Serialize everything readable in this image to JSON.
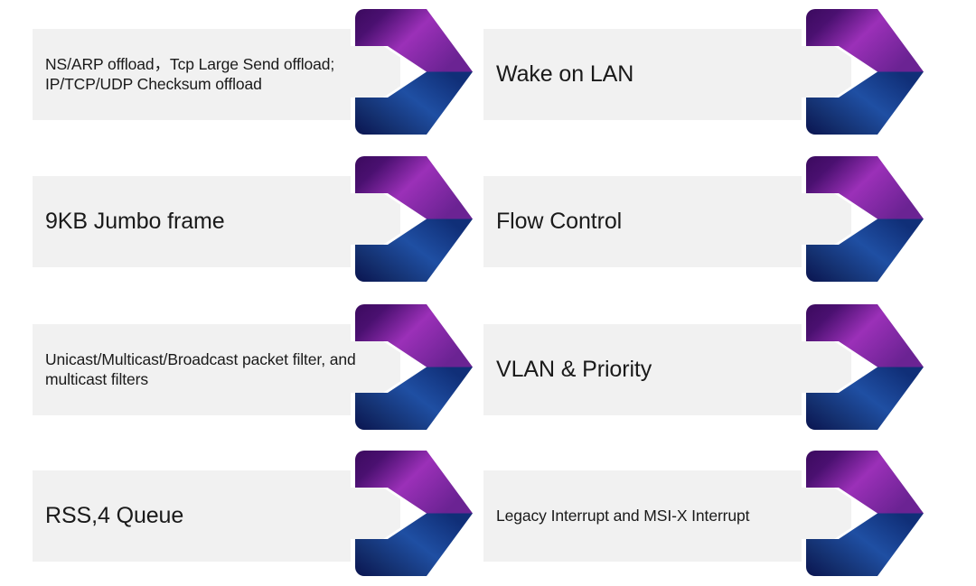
{
  "slide": {
    "background_color": "#ffffff",
    "plate_color": "#f1f1f1",
    "text_color": "#1a1a1a",
    "chevron_colors": {
      "purple_light": "#9b30b8",
      "purple_mid": "#7a269e",
      "purple_dark": "#4a1070",
      "purple_deep": "#3b0a5e",
      "blue_light": "#1f4fa3",
      "blue_mid": "#153a8c",
      "blue_dark": "#0d2a6e",
      "blue_deep": "#0a1450"
    }
  },
  "items": [
    {
      "id": "ns-arp-offload",
      "name": "ns-arp-offload",
      "label": "NS/ARP offload，Tcp Large Send offload; IP/TCP/UDP Checksum offload",
      "size": "small",
      "column": "left",
      "row": 0
    },
    {
      "id": "wake-on-lan",
      "name": "wake-on-lan",
      "label": "Wake on LAN",
      "size": "big",
      "column": "right",
      "row": 0
    },
    {
      "id": "jumbo-frame",
      "name": "jumbo-frame",
      "label": "9KB Jumbo frame",
      "size": "big",
      "column": "left",
      "row": 1
    },
    {
      "id": "flow-control",
      "name": "flow-control",
      "label": "Flow Control",
      "size": "big",
      "column": "right",
      "row": 1
    },
    {
      "id": "packet-filter",
      "name": "packet-filter",
      "label": "Unicast/Multicast/Broadcast packet filter, and multicast filters",
      "size": "small",
      "column": "left",
      "row": 2
    },
    {
      "id": "vlan-priority",
      "name": "vlan-priority",
      "label": "VLAN & Priority",
      "size": "big",
      "column": "right",
      "row": 2
    },
    {
      "id": "rss-queue",
      "name": "rss-queue",
      "label": "RSS,4 Queue",
      "size": "big",
      "column": "left",
      "row": 3
    },
    {
      "id": "interrupts",
      "name": "interrupts",
      "label": "Legacy Interrupt and MSI-X Interrupt",
      "size": "small",
      "column": "right",
      "row": 3
    }
  ]
}
